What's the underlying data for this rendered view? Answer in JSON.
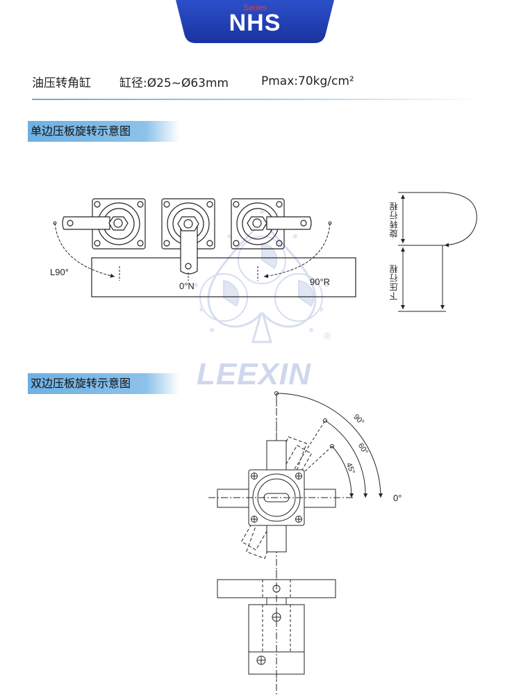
{
  "header": {
    "series_label": "Series",
    "series_name": "NHS",
    "tab_color": "#2340b5"
  },
  "specs": {
    "title": "油压转角缸",
    "bore": "缸径:Ø25~Ø63mm",
    "pressure": "Pmax:70kg/cm²"
  },
  "sections": {
    "single": "单边压板旋转示意图",
    "double": "双边压板旋转示意图"
  },
  "single_diagram": {
    "left_angle": "L90°",
    "center_angle": "0°N",
    "right_angle": "90°R",
    "rotate_stroke": "旋转行程",
    "press_stroke": "下压行程"
  },
  "double_diagram": {
    "angle_90": "90°",
    "angle_60": "60°",
    "angle_45": "45°",
    "angle_0": "0°"
  },
  "watermark": {
    "brand": "LEEXIN",
    "registered": "®"
  }
}
